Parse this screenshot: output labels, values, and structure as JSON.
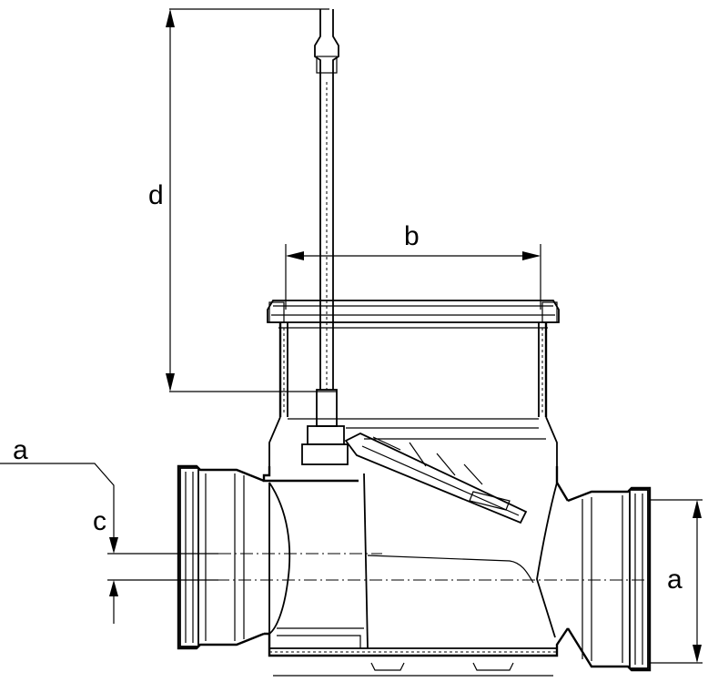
{
  "labels": {
    "top_dimension": "b",
    "height_dimension": "d",
    "left_label": "a",
    "offset_dimension": "c",
    "right_dimension": "a"
  }
}
